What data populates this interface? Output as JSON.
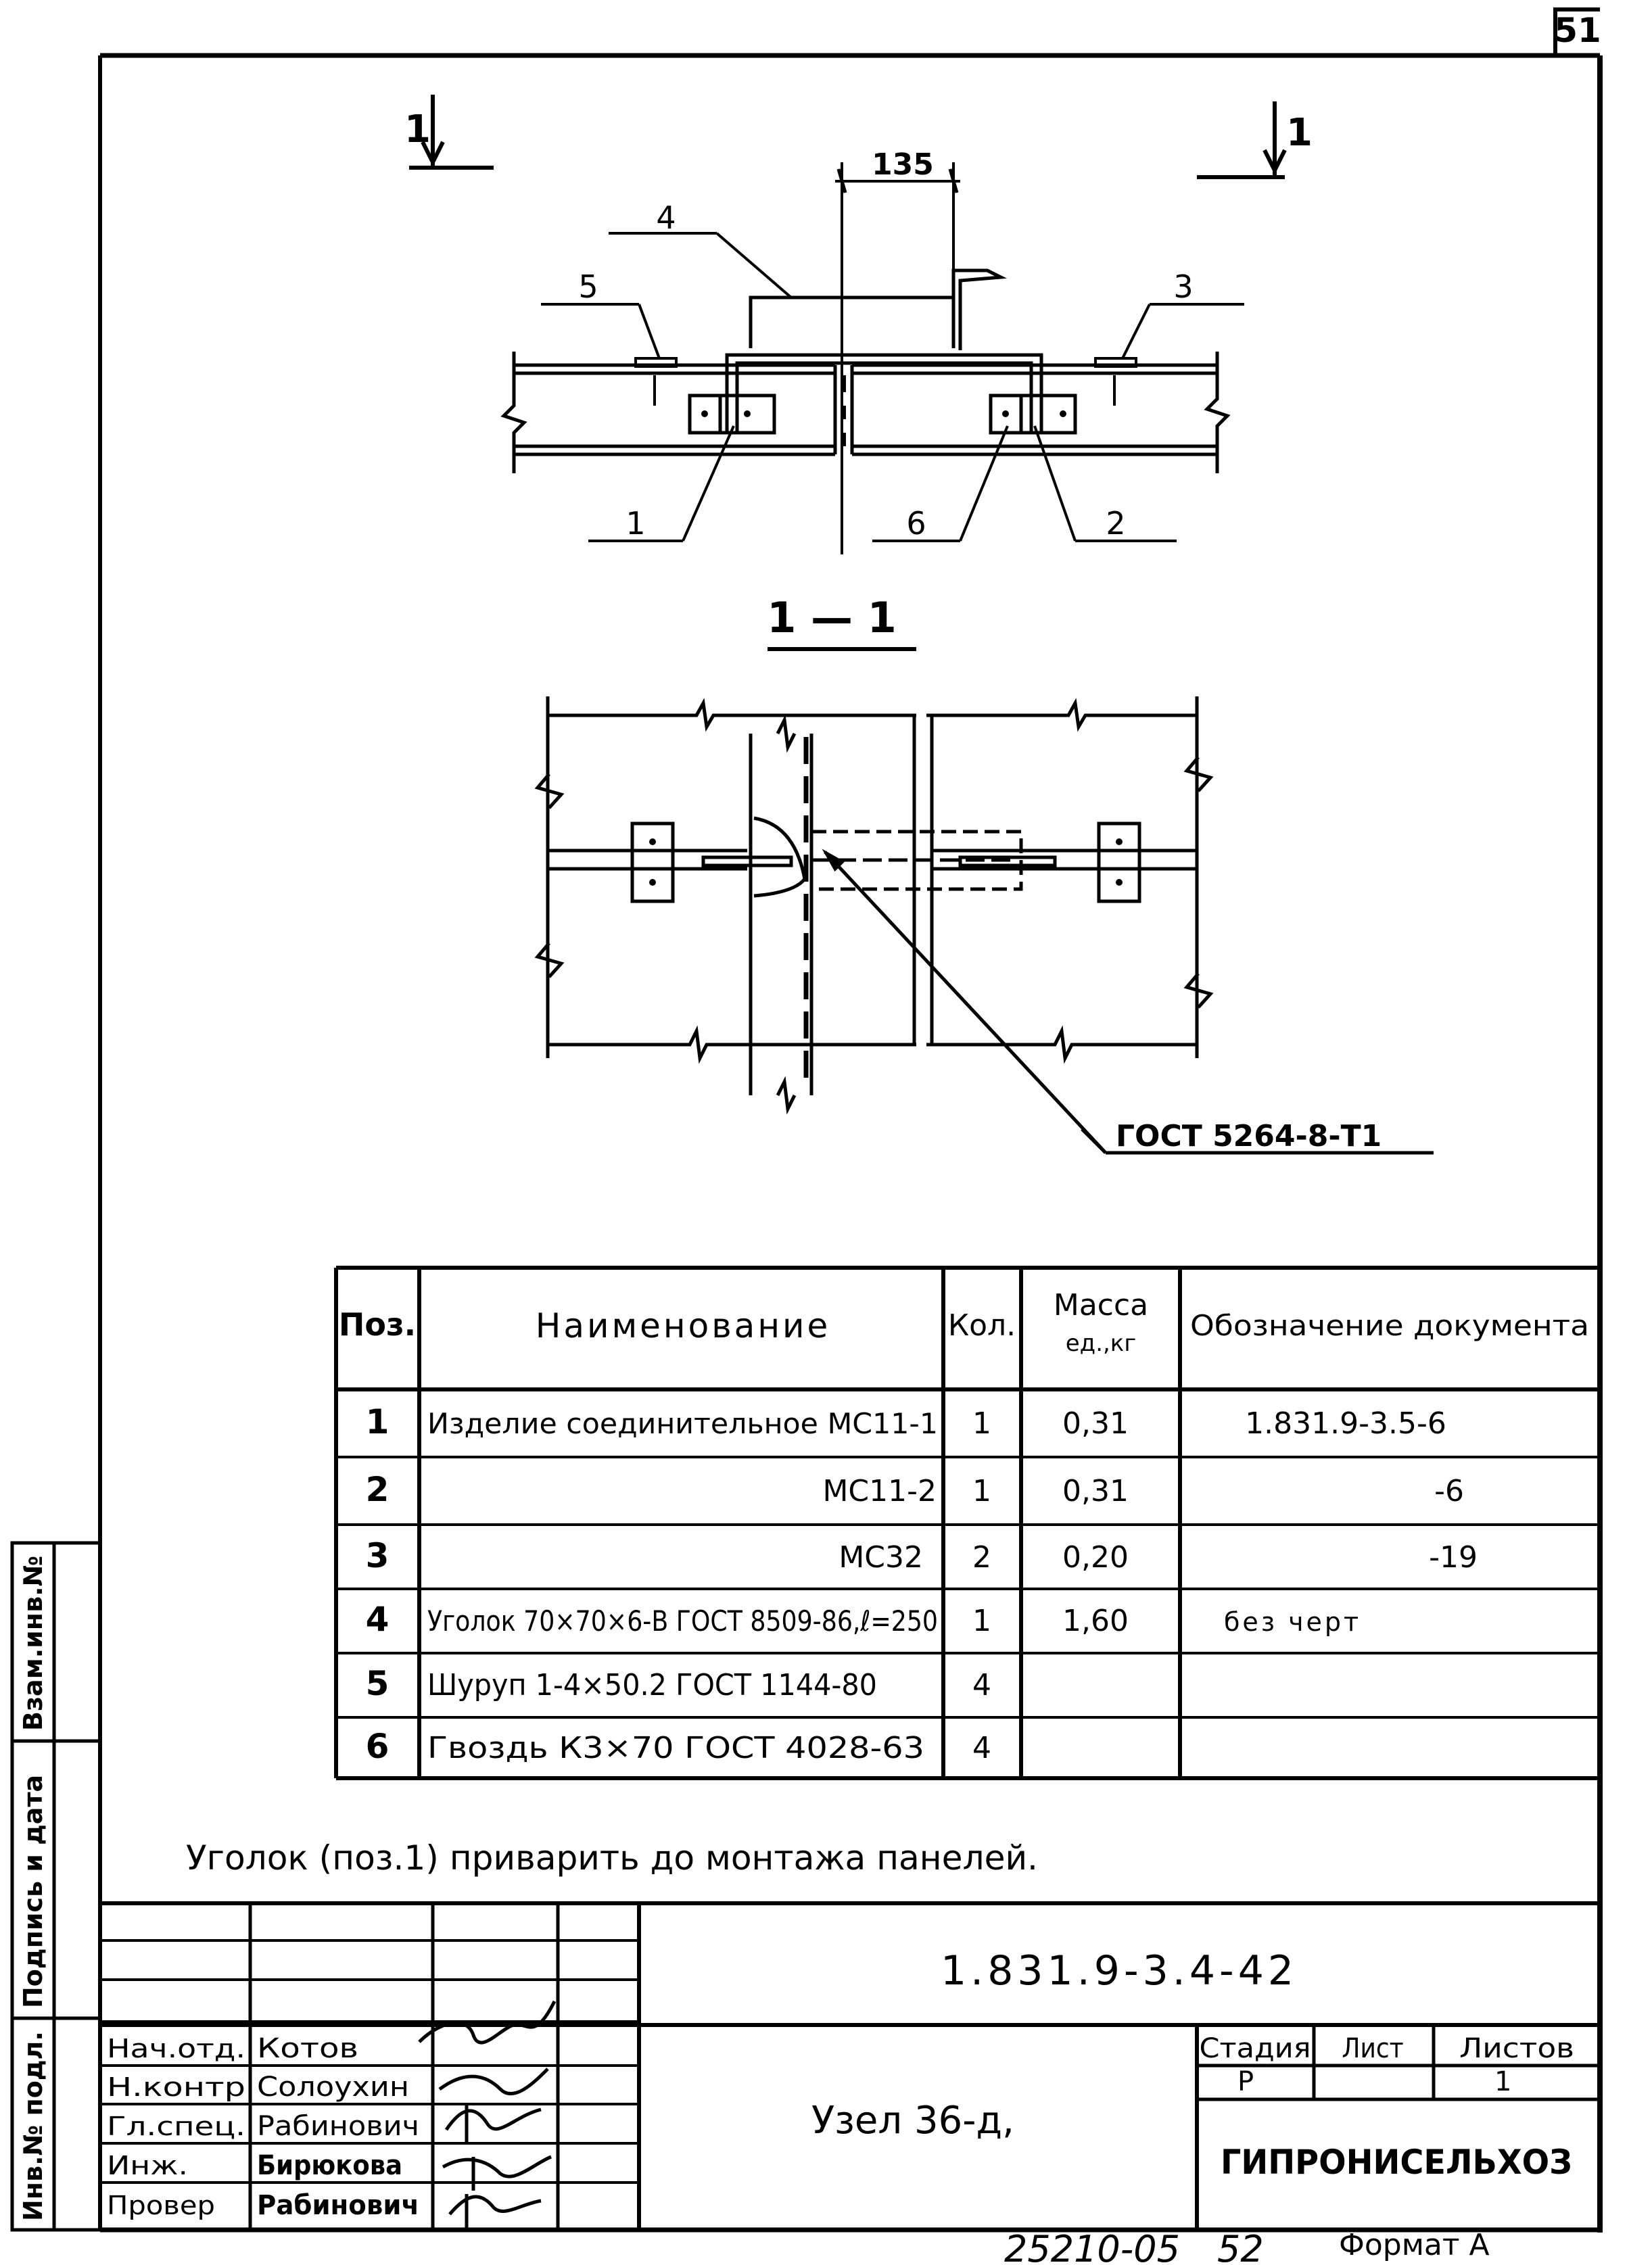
{
  "page_number": "51",
  "drawing": {
    "section_marker": "1",
    "section_title": "1 — 1",
    "dimension": "135",
    "position_callouts": [
      "1",
      "2",
      "3",
      "4",
      "5",
      "6"
    ],
    "weld_note": "ГОСТ 5264-8-Т1"
  },
  "table": {
    "headers": {
      "pos": "Поз.",
      "name": "Наименование",
      "qty": "Кол.",
      "mass_line1": "Масса",
      "mass_line2": "ед.,кг",
      "doc": "Обозначение документа"
    },
    "rows": [
      {
        "pos": "1",
        "name": "Изделие соединительное МС11-1",
        "qty": "1",
        "mass": "0,31",
        "doc": "1.831.9-3.5-6"
      },
      {
        "pos": "2",
        "name": "МС11-2",
        "qty": "1",
        "mass": "0,31",
        "doc": "-6"
      },
      {
        "pos": "3",
        "name": "МС32",
        "qty": "2",
        "mass": "0,20",
        "doc": "-19"
      },
      {
        "pos": "4",
        "name": "Уголок 70×70×6-В ГОСТ 8509-86,ℓ=250",
        "qty": "1",
        "mass": "1,60",
        "doc": "без черт"
      },
      {
        "pos": "5",
        "name": "Шуруп 1-4×50.2 ГОСТ 1144-80",
        "qty": "4",
        "mass": "",
        "doc": ""
      },
      {
        "pos": "6",
        "name": "Гвоздь К3×70 ГОСТ 4028-63",
        "qty": "4",
        "mass": "",
        "doc": ""
      }
    ]
  },
  "note": "Уголок (поз.1) приварить до монтажа панелей.",
  "side_stamp": {
    "vzam": "Взам.инв.№",
    "podpis": "Подпись и дата",
    "inv": "Инв.№ подл."
  },
  "title_block": {
    "doc_code": "1.831.9-3.4-42",
    "title": "Узел 36-д,",
    "roles": [
      {
        "role": "Нач.отд.",
        "name": "Котов"
      },
      {
        "role": "Н.контр",
        "name": "Солоухин"
      },
      {
        "role": "Гл.спец.",
        "name": "Рабинович"
      },
      {
        "role": "Инж.",
        "name": "Бирюкова"
      },
      {
        "role": "Провер",
        "name": "Рабинович"
      }
    ],
    "stage_label": "Стадия",
    "sheet_label": "Лист",
    "sheets_label": "Листов",
    "stage_value": "Р",
    "sheet_value": "",
    "sheets_value": "1",
    "organization": "ГИПРОНИСЕЛЬХОЗ"
  },
  "footer": {
    "number": "25210-05",
    "page": "52",
    "format": "Формат А"
  }
}
